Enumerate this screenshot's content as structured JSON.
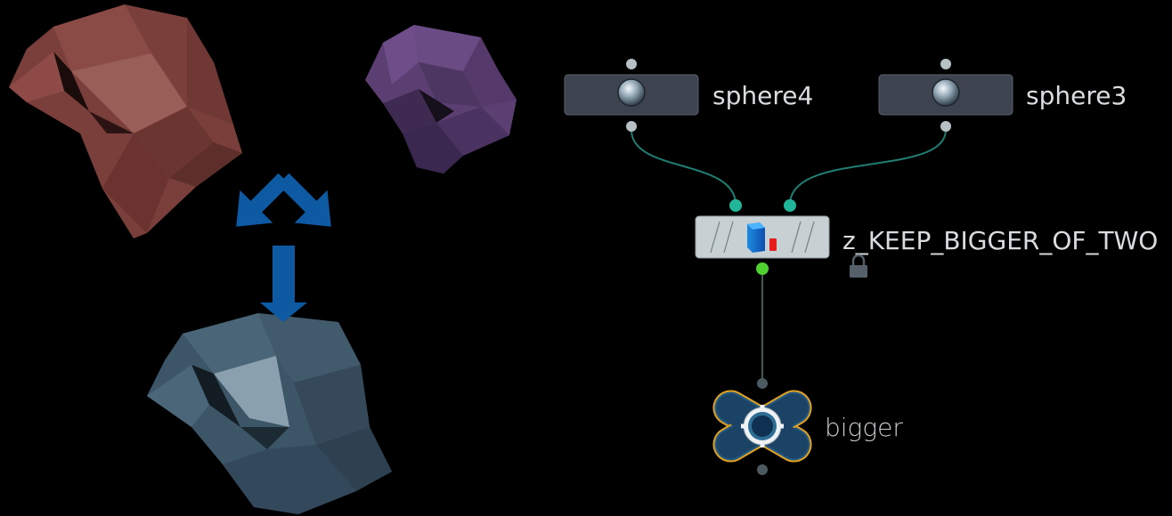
{
  "nodes": {
    "sphere4": {
      "label": "sphere4"
    },
    "sphere3": {
      "label": "sphere3"
    },
    "keep_bigger": {
      "label": "z_KEEP_BIGGER_OF_TWO",
      "locked": true
    },
    "output": {
      "label": "bigger"
    }
  },
  "colors": {
    "background": "#000000",
    "rock_red": "#7a3f3b",
    "rock_purple": "#5b3f72",
    "rock_blue": "#3c5567",
    "arrow_blue": "#0d5aa3",
    "wire": "#1f7d72",
    "wire_output": "#3d5a53",
    "connector_active": "#21b59a",
    "connector_green": "#4fd12f",
    "node_box": "#3e4350",
    "output_outline": "#e3a21e"
  },
  "icons": {
    "sphere_node": "sphere-icon",
    "keep_bigger_node": "hda-blue-box-icon",
    "lock": "lock-icon",
    "output_node": "output-null-icon"
  }
}
